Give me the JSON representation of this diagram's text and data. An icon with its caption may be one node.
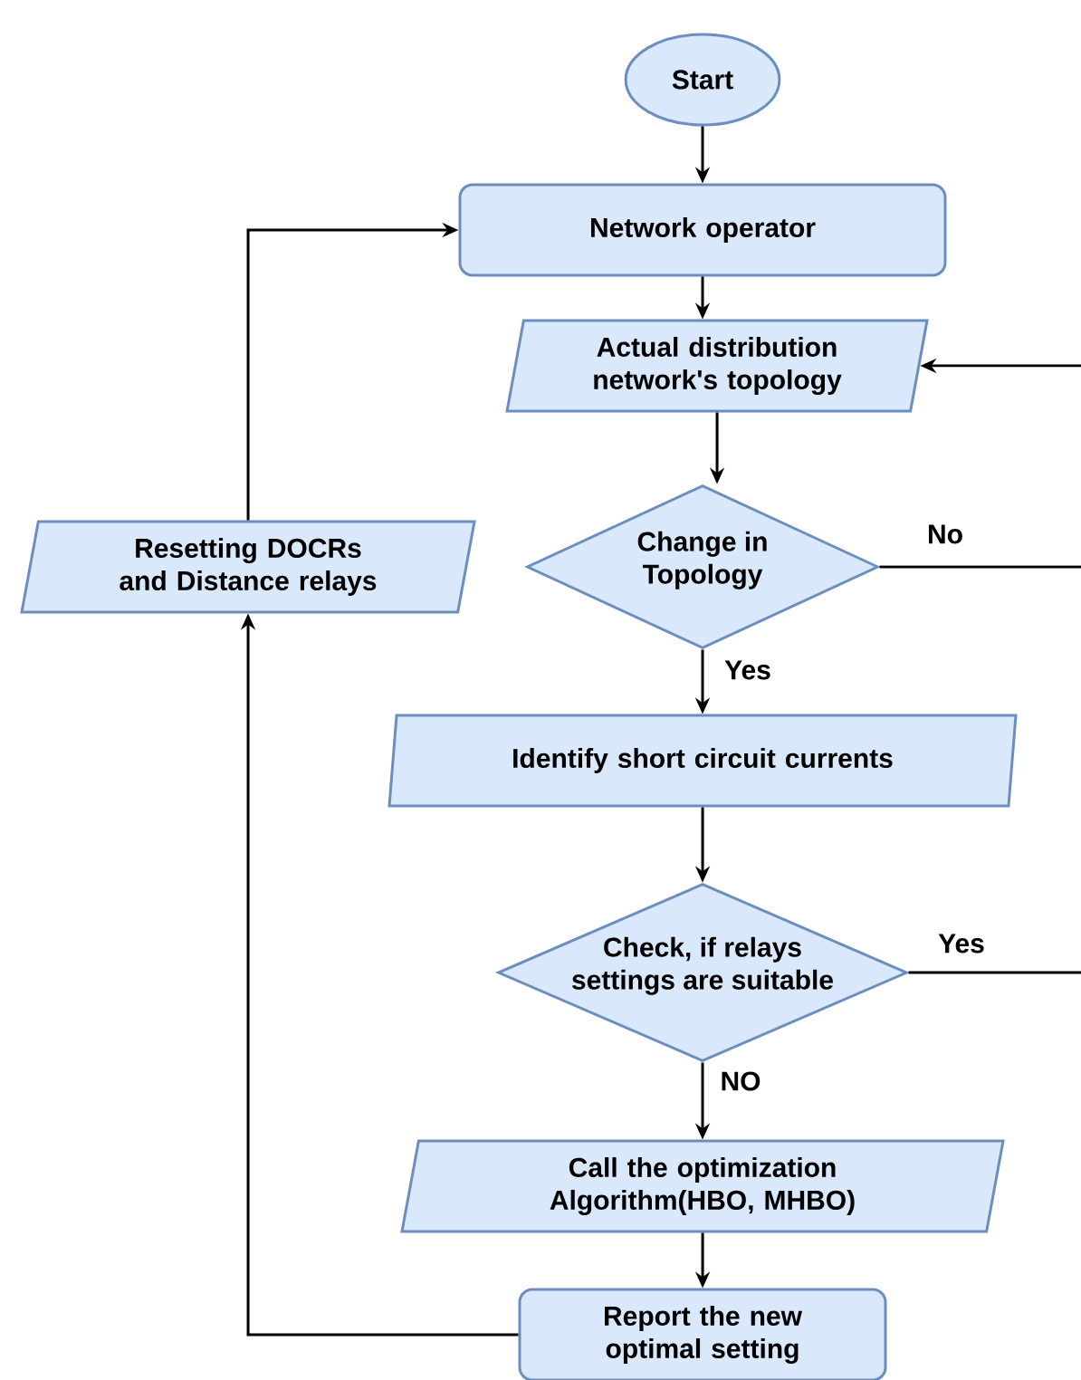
{
  "diagram": {
    "nodes": [
      {
        "text": [
          "Start"
        ]
      },
      {
        "text": [
          "Network operator"
        ]
      },
      {
        "text": [
          "Actual distribution network's topology"
        ]
      },
      {
        "text": [
          "Change in Topology"
        ]
      },
      {
        "text": [
          "Identify short circuit currents"
        ]
      },
      {
        "text": [
          "Check, if relays settings are suitable"
        ]
      },
      {
        "text": [
          "Call the optimization Algorithm(HBO, MHBO)"
        ]
      },
      {
        "text": [
          "Report the new optimal setting"
        ]
      },
      {
        "text": [
          "Resetting DOCRs and Distance relays"
        ]
      }
    ],
    "edges": [
      {
        "from": 0,
        "to": 1,
        "arrow": "to"
      },
      {
        "from": 1,
        "to": 2,
        "arrow": "to"
      },
      {
        "from": 2,
        "to": 3,
        "arrow": "to"
      },
      {
        "from": 3,
        "to": 4,
        "arrow": "to",
        "label": "Yes"
      },
      {
        "from": 4,
        "to": 5,
        "arrow": "to"
      },
      {
        "from": 5,
        "to": 6,
        "arrow": "to",
        "label": "NO"
      },
      {
        "from": 6,
        "to": 7,
        "arrow": "to"
      },
      {
        "from": 7,
        "to": 8,
        "arrow": "to"
      },
      {
        "from": 8,
        "to": 1,
        "arrow": "to"
      },
      {
        "from": 3,
        "to": null,
        "arrow": "none",
        "label": "No"
      },
      {
        "from": null,
        "to": 2,
        "arrow": "to"
      },
      {
        "from": 5,
        "to": null,
        "arrow": "none",
        "label": "Yes"
      }
    ]
  }
}
